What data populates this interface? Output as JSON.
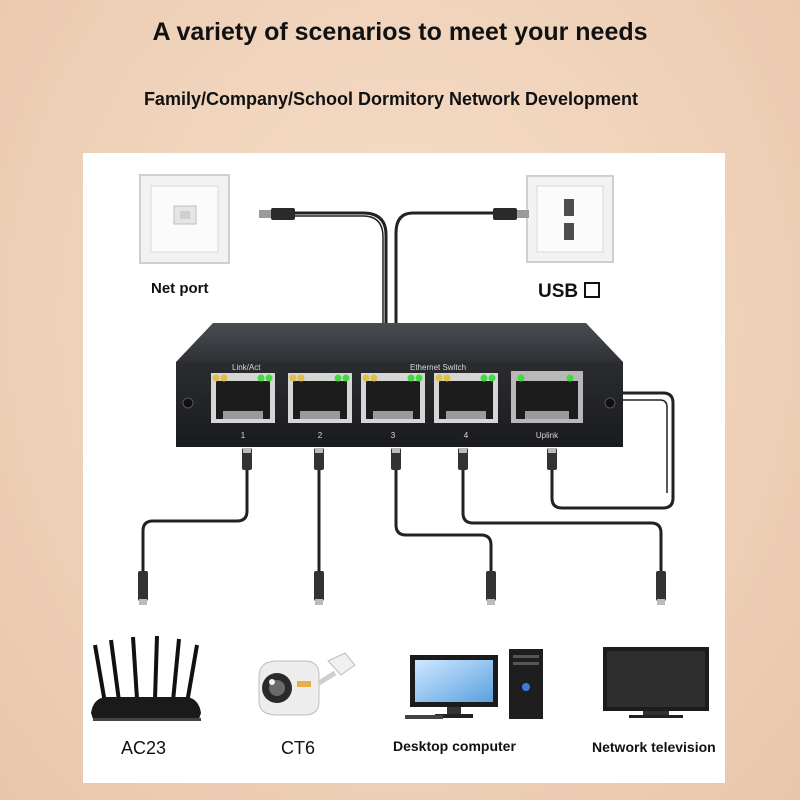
{
  "headline": "A variety of scenarios to meet your needs",
  "subheadline": "Family/Company/School Dormitory Network Development",
  "top_devices": {
    "net_port_label": "Net port",
    "usb_label": "USB"
  },
  "switch": {
    "link_act_label": "Link/Act",
    "name_label": "Ethernet Switch",
    "ports": [
      "1",
      "2",
      "3",
      "4"
    ],
    "uplink_label": "Uplink"
  },
  "bottom_devices": {
    "router_label": "AC23",
    "camera_label": "CT6",
    "desktop_label": "Desktop computer",
    "tv_label": "Network television"
  },
  "icons": [
    "wall-ethernet-socket-icon",
    "wall-usb-socket-icon",
    "usb-plug-icon",
    "rj45-plug-icon",
    "router-icon",
    "security-camera-icon",
    "desktop-computer-icon",
    "television-icon"
  ],
  "colors": {
    "background": "#efd2ba",
    "panel": "#ffffff",
    "switch_body": "#2b2d30",
    "led_green": "#3ddc3d",
    "led_yellow": "#e0c040",
    "cable": "#222222"
  }
}
